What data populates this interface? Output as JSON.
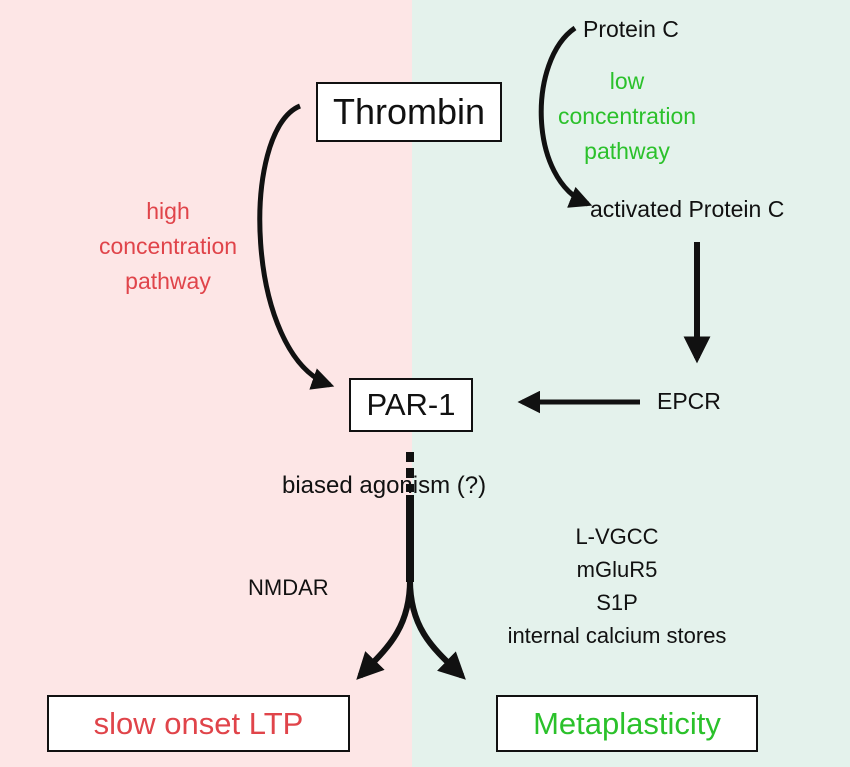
{
  "colors": {
    "left_bg": "#fde6e6",
    "right_bg": "#e4f2ec",
    "red": "#e0444a",
    "green": "#2bc12b"
  },
  "nodes": {
    "thrombin": "Thrombin",
    "protein_c": "Protein C",
    "activated_protein_c": "activated Protein C",
    "epcr": "EPCR",
    "par1": "PAR-1",
    "slow_onset_ltp": "slow onset LTP",
    "metaplasticity": "Metaplasticity"
  },
  "labels": {
    "high_pathway": [
      "high",
      "concentration",
      "pathway"
    ],
    "low_pathway": [
      "low",
      "concentration",
      "pathway"
    ],
    "biased_agonism": "biased agonism (?)",
    "nmdar": "NMDAR",
    "metaplasticity_mediators": [
      "L-VGCC",
      "mGluR5",
      "S1P",
      "internal calcium stores"
    ]
  }
}
